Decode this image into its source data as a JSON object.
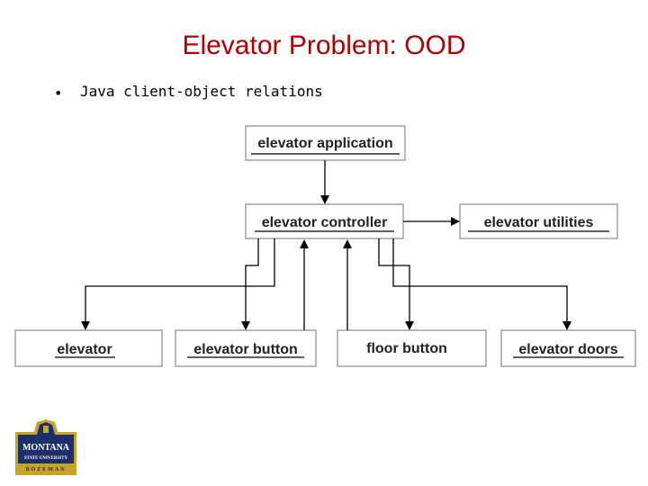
{
  "slide": {
    "title": "Elevator Problem: OOD",
    "bullet_symbol": "•",
    "bullet": "Java client-object relations"
  },
  "diagram": {
    "nodes": [
      {
        "id": "app",
        "label": "elevator application"
      },
      {
        "id": "controller",
        "label": "elevator controller"
      },
      {
        "id": "utilities",
        "label": "elevator utilities"
      },
      {
        "id": "elevator",
        "label": "elevator"
      },
      {
        "id": "elevator_button",
        "label": "elevator button"
      },
      {
        "id": "floor_button",
        "label": "floor button"
      },
      {
        "id": "elevator_doors",
        "label": "elevator doors"
      }
    ],
    "edges": [
      {
        "from": "app",
        "to": "controller"
      },
      {
        "from": "controller",
        "to": "utilities"
      },
      {
        "from": "controller",
        "to": "elevator"
      },
      {
        "from": "controller",
        "to": "elevator_button"
      },
      {
        "from": "elevator_button",
        "to": "controller"
      },
      {
        "from": "floor_button",
        "to": "controller"
      },
      {
        "from": "controller",
        "to": "floor_button"
      },
      {
        "from": "controller",
        "to": "elevator_doors"
      }
    ]
  },
  "logo": {
    "line1": "MONTANA",
    "line2": "STATE UNIVERSITY",
    "line3": "BOZEMAN",
    "colors": {
      "navy": "#1c2f6b",
      "gold": "#c9a227"
    }
  },
  "colors": {
    "title": "#b30000"
  }
}
